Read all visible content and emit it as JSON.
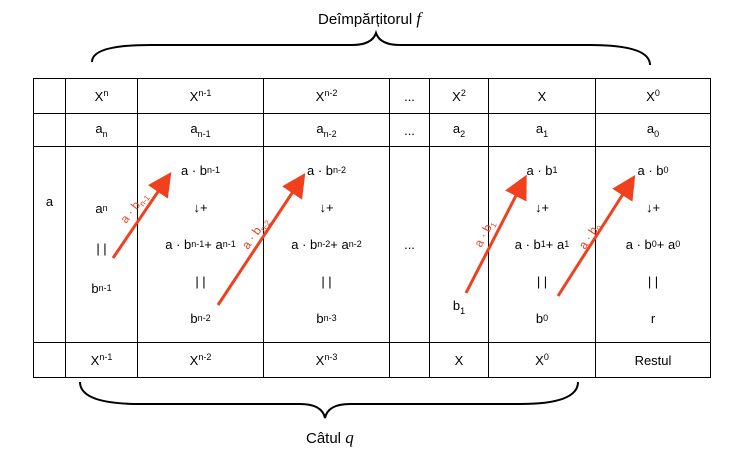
{
  "top_label": {
    "text": "Deîmpărțitorul",
    "var": "f"
  },
  "bottom_label": {
    "text": "Câtul",
    "var": "q"
  },
  "row_powers_top": [
    "X",
    "X",
    "X",
    "...",
    "X",
    "X",
    "X"
  ],
  "row_powers_top_exp": [
    "n",
    "n-1",
    "n-2",
    "",
    "2",
    "",
    "0"
  ],
  "row_coeffs": [
    "a",
    "a",
    "a",
    "...",
    "a",
    "a",
    "a"
  ],
  "row_coeffs_sub": [
    "n",
    "n-1",
    "n-2",
    "",
    "2",
    "1",
    "0"
  ],
  "left_label": "a",
  "mid_dots": "...",
  "col1": {
    "a_n": "a",
    "a_n_sub": "n",
    "bars": "| |",
    "b": "b",
    "b_sub": "n-1"
  },
  "col2": {
    "top": "a · b",
    "top_sub": "n-1",
    "arrow": "↓+",
    "sum_a": "a · b",
    "sum_a_sub": "n-1",
    "plus": " + a",
    "plus_sub": "n-1",
    "bars": "| |",
    "b": "b",
    "b_sub": "n-2"
  },
  "col3": {
    "top": "a · b",
    "top_sub": "n-2",
    "arrow": "↓+",
    "sum_a": "a · b",
    "sum_a_sub": "n-2",
    "plus": " + a",
    "plus_sub": "n-2",
    "bars": "| |",
    "b": "b",
    "b_sub": "n-3"
  },
  "col5": {
    "b": "b",
    "b_sub": "1"
  },
  "col6": {
    "top": "a · b",
    "top_sub": "1",
    "arrow": "↓+",
    "sum_a": "a · b",
    "sum_a_sub": "1",
    "plus": " + a",
    "plus_sub": "1",
    "bars": "| |",
    "b": "b",
    "b_sub": "0"
  },
  "col7": {
    "top": "a · b",
    "top_sub": "0",
    "arrow": "↓+",
    "sum_a": "a · b",
    "sum_a_sub": "0",
    "plus": " + a",
    "plus_sub": "0",
    "bars": "| |",
    "r": "r"
  },
  "row_powers_bottom": [
    "X",
    "X",
    "X",
    "X",
    "X",
    "Restul"
  ],
  "row_powers_bottom_exp": [
    "n-1",
    "n-2",
    "n-3",
    "",
    "0",
    ""
  ],
  "arrow_labels": [
    {
      "text": "a · b",
      "sub": "n-1"
    },
    {
      "text": "a · b",
      "sub": "n-2"
    },
    {
      "text": "a · b",
      "sub": "1"
    },
    {
      "text": "a · b",
      "sub": "0"
    }
  ],
  "colors": {
    "arrow": "#f0401e",
    "ink": "#000000"
  }
}
